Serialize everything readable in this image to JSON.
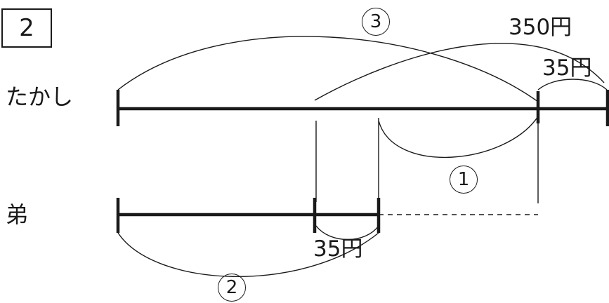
{
  "problem_number": "2",
  "labels": {
    "takashi": "たかし",
    "brother": "弟"
  },
  "amounts": {
    "top_total": "350円",
    "top_right_diff": "35円",
    "brother_diff": "35円"
  },
  "marks": {
    "one": "1",
    "two": "2",
    "three": "3"
  }
}
